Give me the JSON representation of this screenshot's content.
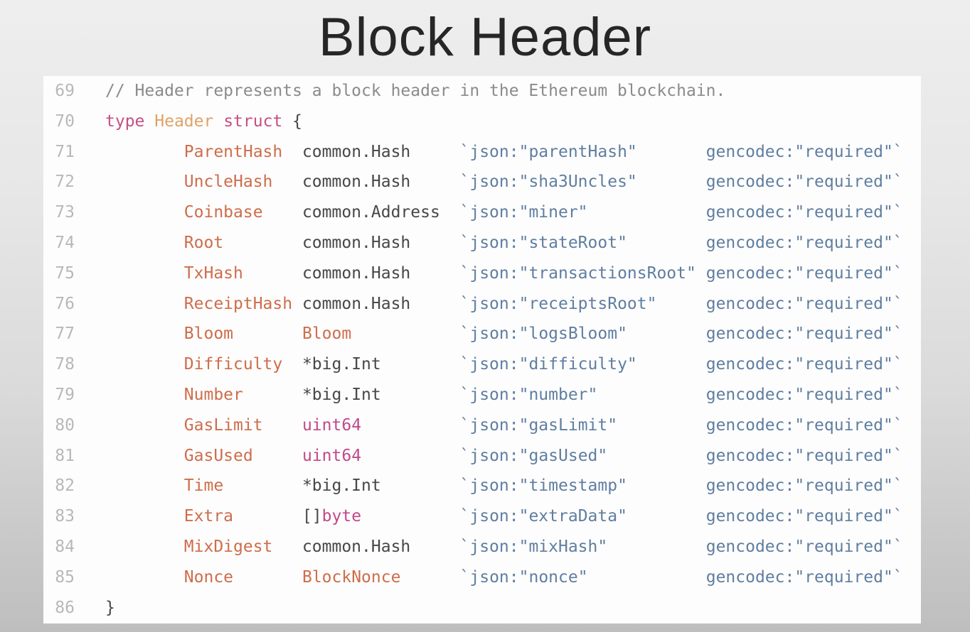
{
  "title": "Block Header",
  "palette": {
    "page_background_top": "#eeeeee",
    "page_background_bottom": "#bebebe",
    "panel_background": "#fdfdfd",
    "title_color": "#262626",
    "line_number_color": "#b8b8b8",
    "comment_color": "#8b8b8b",
    "keyword_color": "#c74f82",
    "struct_name_color": "#e0a266",
    "field_name_color": "#ce6d4b",
    "builtin_type_color": "#c2498a",
    "plain_code_color": "#474747",
    "struct_tag_color": "#5f7ea0"
  },
  "code": {
    "language": "go",
    "lines": [
      {
        "num": "69",
        "segments": [
          [
            "comment",
            "// Header represents a block header in the Ethereum blockchain."
          ]
        ]
      },
      {
        "num": "70",
        "segments": [
          [
            "keyword",
            "type"
          ],
          [
            "plain",
            " "
          ],
          [
            "typename",
            "Header"
          ],
          [
            "plain",
            " "
          ],
          [
            "keyword",
            "struct"
          ],
          [
            "plain",
            " {"
          ]
        ]
      },
      {
        "num": "71",
        "segments": [
          [
            "plain",
            "        "
          ],
          [
            "field",
            "ParentHash"
          ],
          [
            "plain",
            "  common.Hash     "
          ],
          [
            "tag",
            "`json:\"parentHash\""
          ],
          [
            "plain",
            "       "
          ],
          [
            "tag",
            "gencodec:\"required\"`"
          ]
        ]
      },
      {
        "num": "72",
        "segments": [
          [
            "plain",
            "        "
          ],
          [
            "field",
            "UncleHash"
          ],
          [
            "plain",
            "   common.Hash     "
          ],
          [
            "tag",
            "`json:\"sha3Uncles\""
          ],
          [
            "plain",
            "       "
          ],
          [
            "tag",
            "gencodec:\"required\"`"
          ]
        ]
      },
      {
        "num": "73",
        "segments": [
          [
            "plain",
            "        "
          ],
          [
            "field",
            "Coinbase"
          ],
          [
            "plain",
            "    common.Address  "
          ],
          [
            "tag",
            "`json:\"miner\""
          ],
          [
            "plain",
            "            "
          ],
          [
            "tag",
            "gencodec:\"required\"`"
          ]
        ]
      },
      {
        "num": "74",
        "segments": [
          [
            "plain",
            "        "
          ],
          [
            "field",
            "Root"
          ],
          [
            "plain",
            "        common.Hash     "
          ],
          [
            "tag",
            "`json:\"stateRoot\""
          ],
          [
            "plain",
            "        "
          ],
          [
            "tag",
            "gencodec:\"required\"`"
          ]
        ]
      },
      {
        "num": "75",
        "segments": [
          [
            "plain",
            "        "
          ],
          [
            "field",
            "TxHash"
          ],
          [
            "plain",
            "      common.Hash     "
          ],
          [
            "tag",
            "`json:\"transactionsRoot\""
          ],
          [
            "plain",
            " "
          ],
          [
            "tag",
            "gencodec:\"required\"`"
          ]
        ]
      },
      {
        "num": "76",
        "segments": [
          [
            "plain",
            "        "
          ],
          [
            "field",
            "ReceiptHash"
          ],
          [
            "plain",
            " common.Hash     "
          ],
          [
            "tag",
            "`json:\"receiptsRoot\""
          ],
          [
            "plain",
            "     "
          ],
          [
            "tag",
            "gencodec:\"required\"`"
          ]
        ]
      },
      {
        "num": "77",
        "segments": [
          [
            "plain",
            "        "
          ],
          [
            "field",
            "Bloom"
          ],
          [
            "plain",
            "       "
          ],
          [
            "field",
            "Bloom"
          ],
          [
            "plain",
            "           "
          ],
          [
            "tag",
            "`json:\"logsBloom\""
          ],
          [
            "plain",
            "        "
          ],
          [
            "tag",
            "gencodec:\"required\"`"
          ]
        ]
      },
      {
        "num": "78",
        "segments": [
          [
            "plain",
            "        "
          ],
          [
            "field",
            "Difficulty"
          ],
          [
            "plain",
            "  *big.Int        "
          ],
          [
            "tag",
            "`json:\"difficulty\""
          ],
          [
            "plain",
            "       "
          ],
          [
            "tag",
            "gencodec:\"required\"`"
          ]
        ]
      },
      {
        "num": "79",
        "segments": [
          [
            "plain",
            "        "
          ],
          [
            "field",
            "Number"
          ],
          [
            "plain",
            "      *big.Int        "
          ],
          [
            "tag",
            "`json:\"number\""
          ],
          [
            "plain",
            "           "
          ],
          [
            "tag",
            "gencodec:\"required\"`"
          ]
        ]
      },
      {
        "num": "80",
        "segments": [
          [
            "plain",
            "        "
          ],
          [
            "field",
            "GasLimit"
          ],
          [
            "plain",
            "    "
          ],
          [
            "builtin",
            "uint64"
          ],
          [
            "plain",
            "          "
          ],
          [
            "tag",
            "`json:\"gasLimit\""
          ],
          [
            "plain",
            "         "
          ],
          [
            "tag",
            "gencodec:\"required\"`"
          ]
        ]
      },
      {
        "num": "81",
        "segments": [
          [
            "plain",
            "        "
          ],
          [
            "field",
            "GasUsed"
          ],
          [
            "plain",
            "     "
          ],
          [
            "builtin",
            "uint64"
          ],
          [
            "plain",
            "          "
          ],
          [
            "tag",
            "`json:\"gasUsed\""
          ],
          [
            "plain",
            "          "
          ],
          [
            "tag",
            "gencodec:\"required\"`"
          ]
        ]
      },
      {
        "num": "82",
        "segments": [
          [
            "plain",
            "        "
          ],
          [
            "field",
            "Time"
          ],
          [
            "plain",
            "        *big.Int        "
          ],
          [
            "tag",
            "`json:\"timestamp\""
          ],
          [
            "plain",
            "        "
          ],
          [
            "tag",
            "gencodec:\"required\"`"
          ]
        ]
      },
      {
        "num": "83",
        "segments": [
          [
            "plain",
            "        "
          ],
          [
            "field",
            "Extra"
          ],
          [
            "plain",
            "       []"
          ],
          [
            "builtin",
            "byte"
          ],
          [
            "plain",
            "          "
          ],
          [
            "tag",
            "`json:\"extraData\""
          ],
          [
            "plain",
            "        "
          ],
          [
            "tag",
            "gencodec:\"required\"`"
          ]
        ]
      },
      {
        "num": "84",
        "segments": [
          [
            "plain",
            "        "
          ],
          [
            "field",
            "MixDigest"
          ],
          [
            "plain",
            "   common.Hash     "
          ],
          [
            "tag",
            "`json:\"mixHash\""
          ],
          [
            "plain",
            "          "
          ],
          [
            "tag",
            "gencodec:\"required\"`"
          ]
        ]
      },
      {
        "num": "85",
        "segments": [
          [
            "plain",
            "        "
          ],
          [
            "field",
            "Nonce"
          ],
          [
            "plain",
            "       "
          ],
          [
            "field",
            "BlockNonce"
          ],
          [
            "plain",
            "      "
          ],
          [
            "tag",
            "`json:\"nonce\""
          ],
          [
            "plain",
            "            "
          ],
          [
            "tag",
            "gencodec:\"required\"`"
          ]
        ]
      },
      {
        "num": "86",
        "segments": [
          [
            "plain",
            "}"
          ]
        ]
      }
    ]
  }
}
